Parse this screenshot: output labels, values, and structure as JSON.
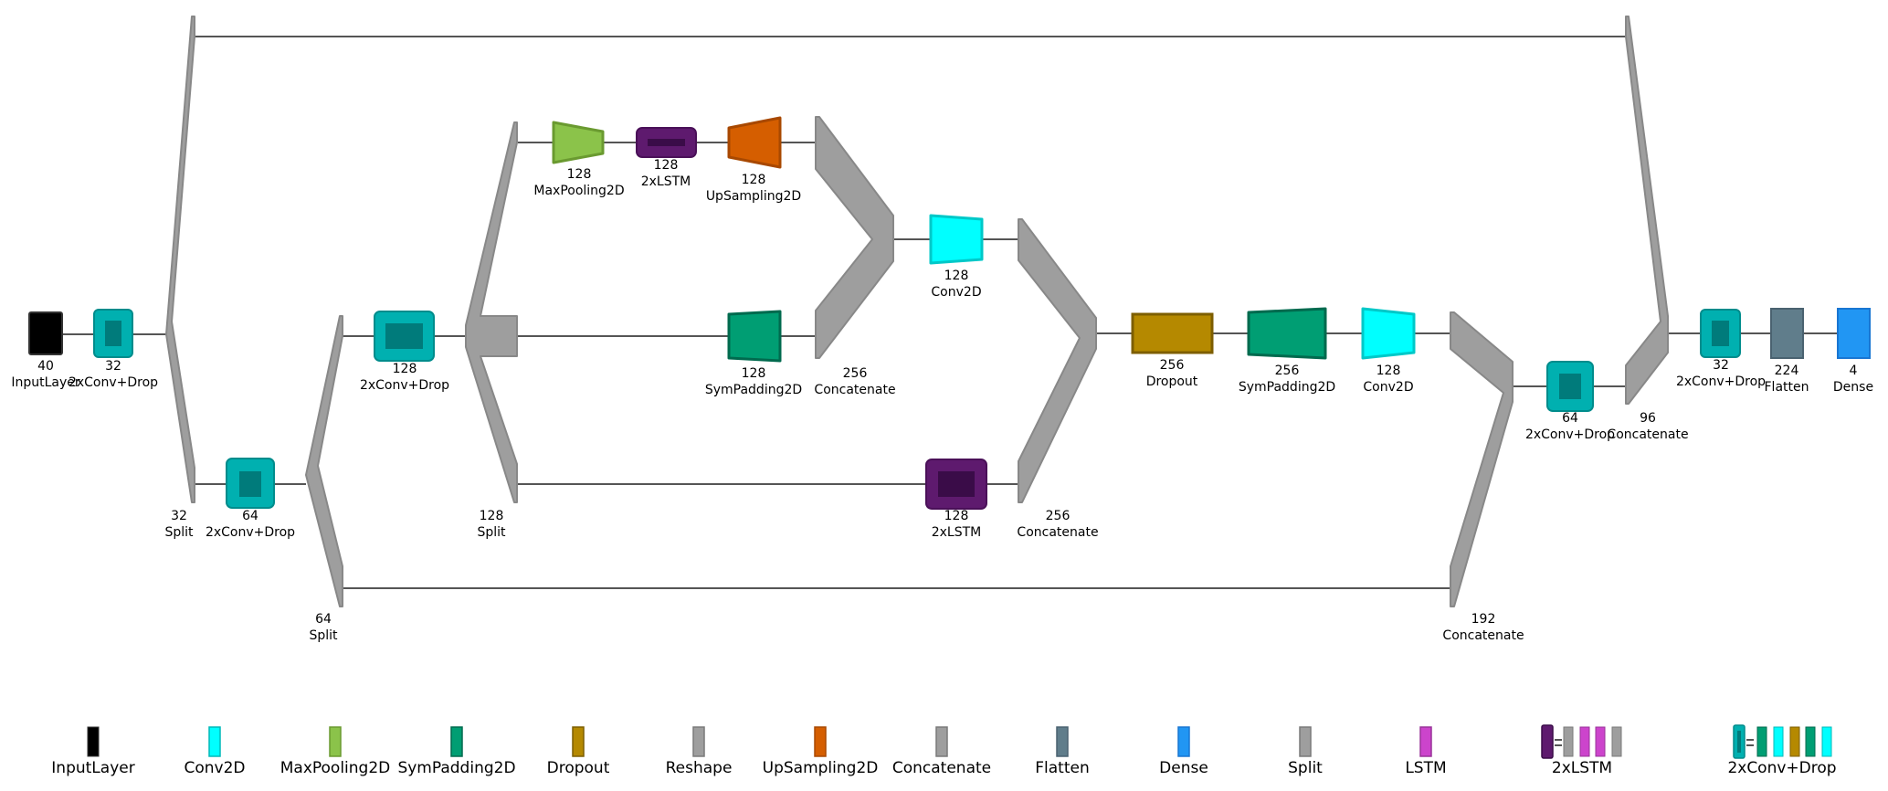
{
  "colors": {
    "InputLayer": "#000000",
    "Conv2D": "#00ffff",
    "MaxPooling2D": "#8bc34a",
    "SymPadding2D": "#009e73",
    "Dropout": "#b58900",
    "Reshape": "#9e9e9e",
    "UpSampling2D": "#d55e00",
    "Concatenate": "#9e9e9e",
    "Flatten": "#607d8b",
    "Dense": "#2196f3",
    "Split": "#9e9e9e",
    "LSTM": "#cc44cc",
    "2xLSTM": "#5e1a6e",
    "2xConv+Drop": "#00b0b0",
    "edge": "#555555"
  },
  "nodes": [
    {
      "id": "input",
      "size": "40",
      "type": "InputLayer"
    },
    {
      "id": "conv1",
      "size": "32",
      "type": "2xConv+Drop"
    },
    {
      "id": "split1",
      "size": "32",
      "type": "Split"
    },
    {
      "id": "conv2",
      "size": "64",
      "type": "2xConv+Drop"
    },
    {
      "id": "split2",
      "size": "64",
      "type": "Split"
    },
    {
      "id": "conv3",
      "size": "128",
      "type": "2xConv+Drop"
    },
    {
      "id": "split3",
      "size": "128",
      "type": "Split"
    },
    {
      "id": "maxpool",
      "size": "128",
      "type": "MaxPooling2D"
    },
    {
      "id": "lstm_top",
      "size": "128",
      "type": "2xLSTM"
    },
    {
      "id": "upsamp",
      "size": "128",
      "type": "UpSampling2D"
    },
    {
      "id": "sympad1",
      "size": "128",
      "type": "SymPadding2D"
    },
    {
      "id": "concat1",
      "size": "256",
      "type": "Concatenate"
    },
    {
      "id": "conv2d1",
      "size": "128",
      "type": "Conv2D"
    },
    {
      "id": "lstm_bot",
      "size": "128",
      "type": "2xLSTM"
    },
    {
      "id": "concat2",
      "size": "256",
      "type": "Concatenate"
    },
    {
      "id": "dropout",
      "size": "256",
      "type": "Dropout"
    },
    {
      "id": "sympad2",
      "size": "256",
      "type": "SymPadding2D"
    },
    {
      "id": "conv2d2",
      "size": "128",
      "type": "Conv2D"
    },
    {
      "id": "concat3",
      "size": "192",
      "type": "Concatenate"
    },
    {
      "id": "conv4",
      "size": "64",
      "type": "2xConv+Drop"
    },
    {
      "id": "concat4",
      "size": "96",
      "type": "Concatenate"
    },
    {
      "id": "conv5",
      "size": "32",
      "type": "2xConv+Drop"
    },
    {
      "id": "flatten",
      "size": "224",
      "type": "Flatten"
    },
    {
      "id": "dense",
      "size": "4",
      "type": "Dense"
    }
  ],
  "legend": [
    {
      "label": "InputLayer",
      "key": "InputLayer"
    },
    {
      "label": "Conv2D",
      "key": "Conv2D"
    },
    {
      "label": "MaxPooling2D",
      "key": "MaxPooling2D"
    },
    {
      "label": "SymPadding2D",
      "key": "SymPadding2D"
    },
    {
      "label": "Dropout",
      "key": "Dropout"
    },
    {
      "label": "Reshape",
      "key": "Reshape"
    },
    {
      "label": "UpSampling2D",
      "key": "UpSampling2D"
    },
    {
      "label": "Concatenate",
      "key": "Concatenate"
    },
    {
      "label": "Flatten",
      "key": "Flatten"
    },
    {
      "label": "Dense",
      "key": "Dense"
    },
    {
      "label": "Split",
      "key": "Split"
    },
    {
      "label": "LSTM",
      "key": "LSTM"
    },
    {
      "label": "2xLSTM",
      "key": "2xLSTM"
    },
    {
      "label": "2xConv+Drop",
      "key": "2xConv+Drop"
    }
  ]
}
